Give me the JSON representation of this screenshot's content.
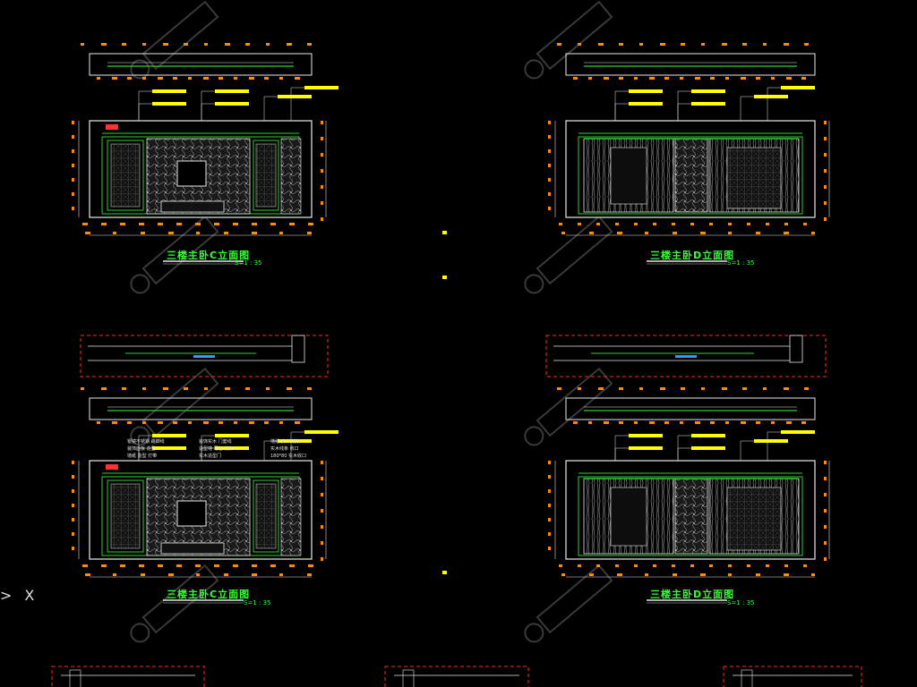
{
  "theme": {
    "background": "#000000",
    "frame": "#e8e8e8",
    "wall": "#33cc33",
    "dimension": "#ff8c00",
    "label_bar": "#ffff00",
    "hatch": "#8a8a8a",
    "section_boundary": "#ff2a2a",
    "title": "#33ff33",
    "watermark": "#3a3a3a"
  },
  "drawings": [
    {
      "id": "tl",
      "title": "三楼主卧C立面图",
      "scale": "S=1 : 35"
    },
    {
      "id": "tr",
      "title": "三楼主卧D立面图",
      "scale": "S=1 : 35"
    },
    {
      "id": "bl",
      "title": "三楼主卧C立面图",
      "scale": "S=1 : 35"
    },
    {
      "id": "br",
      "title": "三楼主卧D立面图",
      "scale": "S=1 : 35"
    }
  ],
  "annotations_bl": [
    "银镜不锈钢 踢脚线",
    "装饰实木 门套线",
    "墙纸 实木 线条",
    "装饰面板 造型",
    "造型墙 硬包 线条",
    "实木线条 收口",
    "墙纸 造型 灯带",
    "实木造型门",
    "180*80 实木收口"
  ],
  "ucs_icon": "X"
}
